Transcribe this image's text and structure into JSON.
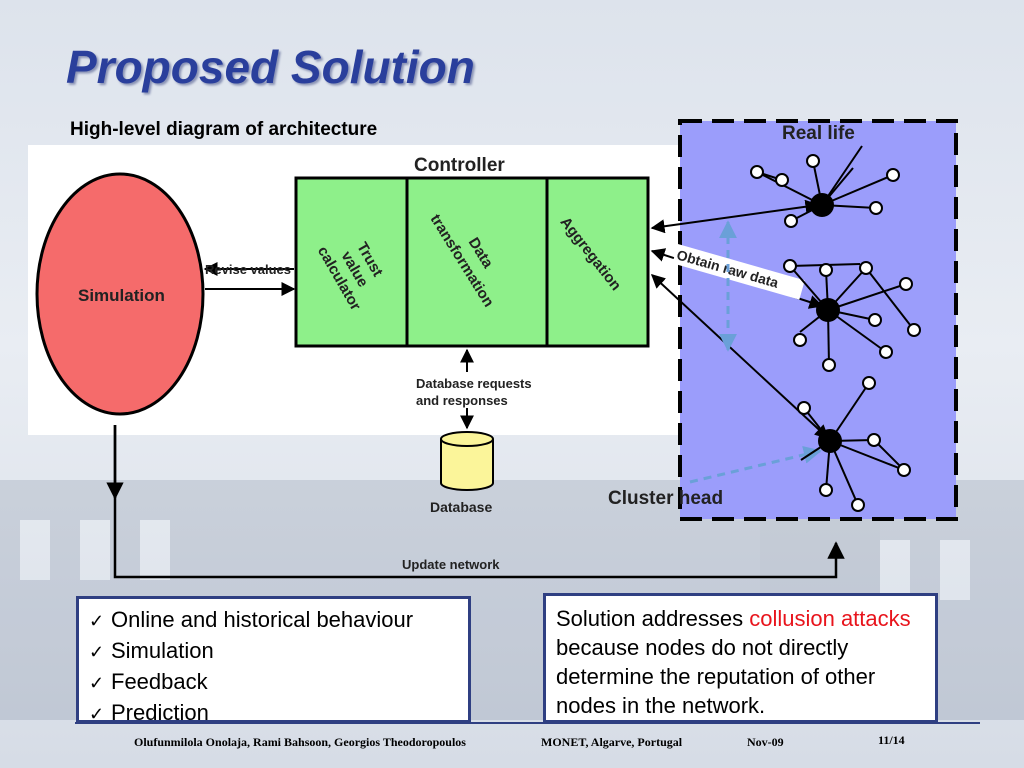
{
  "title": "Proposed Solution",
  "subtitle": "High-level diagram of  architecture",
  "diagram": {
    "controller_label": "Controller",
    "module_trust": [
      "Trust",
      "value",
      "calculator"
    ],
    "module_data": [
      "Data",
      "transformation"
    ],
    "module_aggregation": "Aggregation",
    "simulation_label": "Simulation",
    "revise_values_label": "Revise values",
    "db_requests_label": [
      "Database requests",
      "and responses"
    ],
    "database_label": "Database",
    "update_network_label": "Update network",
    "real_life_label": "Real life",
    "obtain_raw_data_label": "Obtain raw data",
    "cluster_head_label": "Cluster head",
    "colors": {
      "simulation": "#f56b6b",
      "controller": "#8ef08a",
      "real_life": "#9b9dfb",
      "database": "#fbf59a"
    }
  },
  "bullets": [
    "Online and historical behaviour",
    "Simulation",
    "Feedback",
    "Prediction"
  ],
  "bullet_icon": "checkmark-icon",
  "solution_text": {
    "before": "Solution addresses ",
    "highlight": "collusion attacks",
    "after": " because nodes do not directly determine the reputation of other nodes in the network."
  },
  "footer": {
    "authors": "Olufunmilola Onolaja, Rami Bahsoon, Georgios Theodoropoulos",
    "venue": "MONET, Algarve, Portugal",
    "date": "Nov-09",
    "page": "11/14"
  }
}
